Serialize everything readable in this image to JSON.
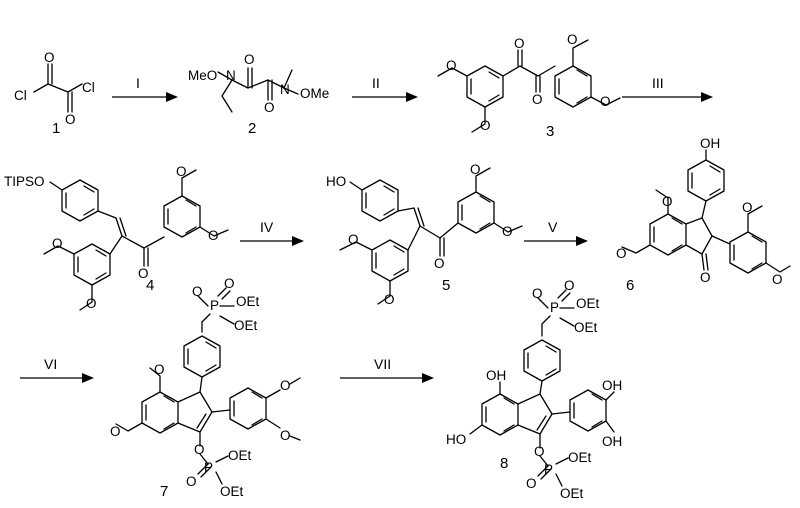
{
  "steps": [
    "I",
    "II",
    "III",
    "IV",
    "V",
    "VI",
    "VII"
  ],
  "compounds": [
    "1",
    "2",
    "3",
    "4",
    "5",
    "6",
    "7",
    "8"
  ],
  "atoms": {
    "cl": "Cl",
    "o": "O",
    "meo": "MeO",
    "ome": "OMe",
    "n": "N",
    "oh": "OH",
    "ho": "HO",
    "p": "P",
    "oet": "OEt",
    "tipso": "TIPSO"
  }
}
